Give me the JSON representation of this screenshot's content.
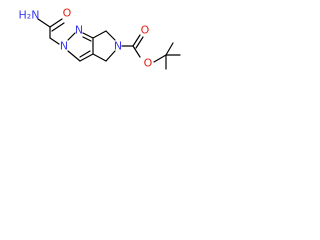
{
  "molecule": {
    "atoms": {
      "amide_n": "H₂N",
      "amide_o": "O",
      "pyrazole_n1": "N",
      "pyrazole_n2": "N",
      "pyrrolidine_n": "N",
      "ester_o_carbonyl": "O",
      "ester_o_ether": "O"
    },
    "colors": {
      "nitrogen": "#3a3af0",
      "oxygen": "#e2231a",
      "bond": "#000000"
    }
  }
}
